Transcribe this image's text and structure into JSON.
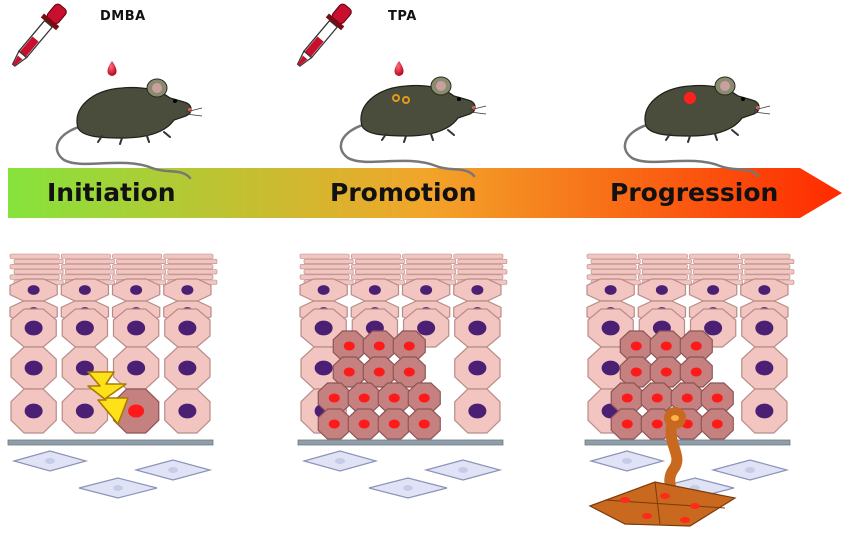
{
  "agents": [
    {
      "label": "DMBA"
    },
    {
      "label": "TPA"
    }
  ],
  "stages": [
    {
      "label": "Initiation"
    },
    {
      "label": "Promotion"
    },
    {
      "label": "Progression"
    }
  ],
  "colors": {
    "arrow_start": "#86e33c",
    "arrow_mid": "#f2a52a",
    "arrow_end": "#ff2a00",
    "normal_cell": "#f2c5c0",
    "normal_cell_stroke": "#b98c88",
    "nucleus": "#4b1f73",
    "transformed_cell": "#c48180",
    "transformed_nucleus": "#ff1a1a",
    "basement_membrane": "#8f9ea8",
    "fibroblast": "#dfe3f5",
    "invasive_cell": "#c8691f",
    "mouse_body": "#4a4d3c",
    "dropper_red": "#c8102e",
    "lightning": "#ffe11a"
  },
  "icons": [
    "dropper-icon",
    "mouse-icon",
    "lightning-bolt-icon",
    "arrow-icon"
  ]
}
